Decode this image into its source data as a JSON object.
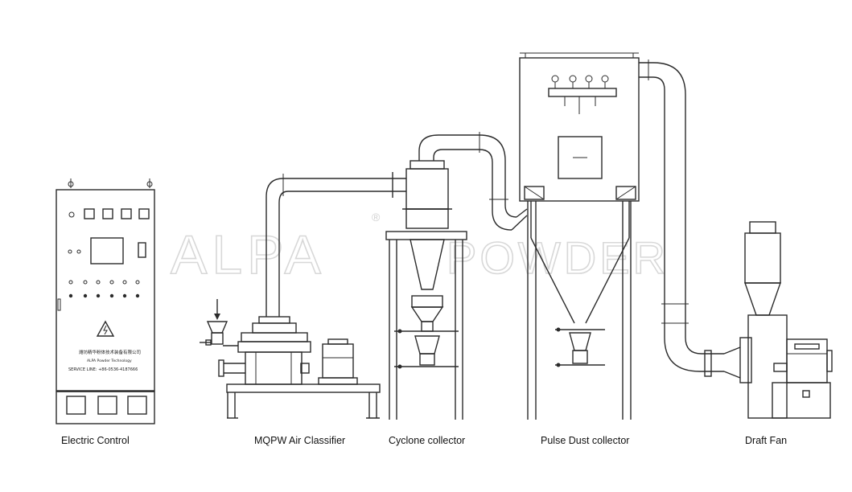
{
  "watermark": {
    "brand": "ALPA",
    "suffix": "POWDER",
    "registered_mark": "®"
  },
  "panel": {
    "company_cn": "潍坊精华粉体技术装备有限公司",
    "company_en": "ALPA Powder Technology",
    "service_line": "SERVICE LINE: +86-0536-4187666"
  },
  "labels": {
    "electric_control": "Electric Control",
    "air_classifier": "MQPW Air Classifier",
    "cyclone": "Cyclone collector",
    "dust_collector": "Pulse Dust collector",
    "draft_fan": "Draft Fan"
  }
}
